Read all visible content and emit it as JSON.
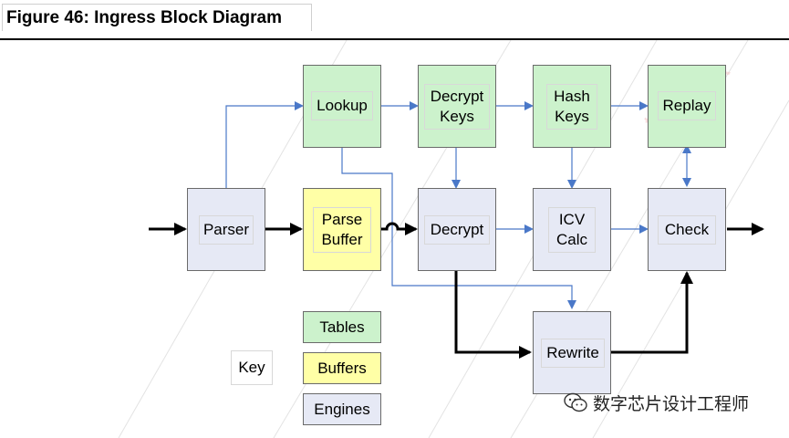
{
  "title": "Figure 46: Ingress Block Diagram",
  "colors": {
    "tables": "#ccf2cc",
    "buffers": "#ffffa6",
    "engines": "#e6e9f5",
    "blue_arrow": "#4a78c8",
    "black_arrow": "#000000"
  },
  "blocks": {
    "lookup": "Lookup",
    "decrypt_keys": "Decrypt\nKeys",
    "hash_keys": "Hash\nKeys",
    "replay": "Replay",
    "parser": "Parser",
    "parse_buffer": "Parse\nBuffer",
    "decrypt": "Decrypt",
    "icv_calc": "ICV\nCalc",
    "check": "Check",
    "rewrite": "Rewrite"
  },
  "key": {
    "label": "Key",
    "tables": "Tables",
    "buffers": "Buffers",
    "engines": "Engines"
  },
  "watermark_source": "数字芯片设计工程师"
}
